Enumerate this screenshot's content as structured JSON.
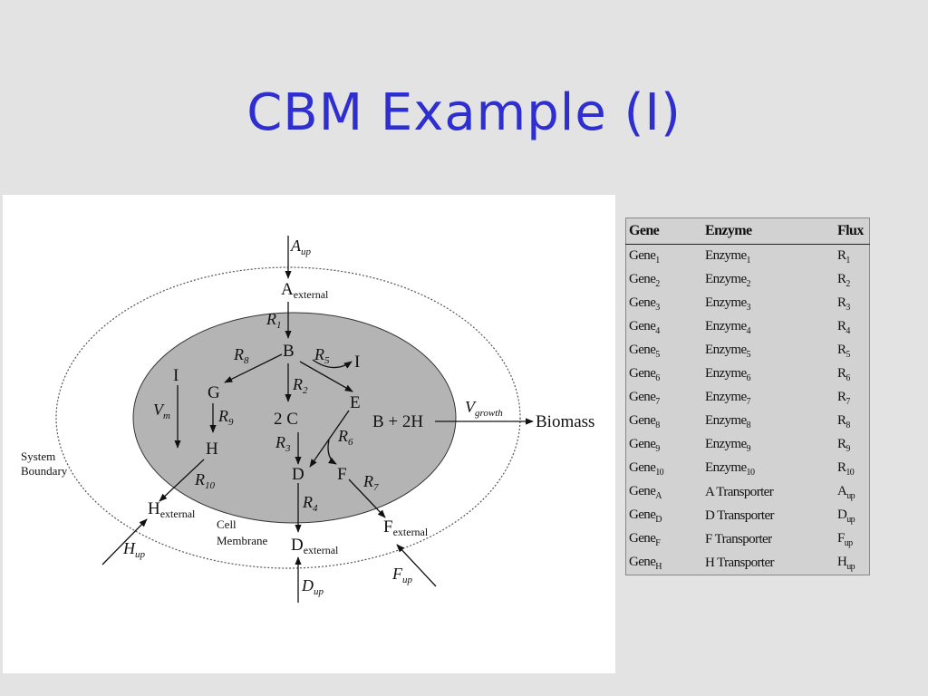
{
  "slide": {
    "title": "CBM Example (I)"
  },
  "diagram": {
    "labels": {
      "a_up_base": "A",
      "a_up_sub": "up",
      "a_ext_base": "A",
      "a_ext_sub": "external",
      "r1_base": "R",
      "r1_sub": "1",
      "b": "B",
      "r8_base": "R",
      "r8_sub": "8",
      "r5_base": "R",
      "r5_sub": "5",
      "i_right": "I",
      "i_left": "I",
      "g": "G",
      "r2_base": "R",
      "r2_sub": "2",
      "e": "E",
      "vm_base": "V",
      "vm_sub": "m",
      "r9_base": "R",
      "r9_sub": "9",
      "two_c": "2 C",
      "b_plus_2h": "B + 2H",
      "vgrowth_base": "V",
      "vgrowth_sub": "growth",
      "biomass": "Biomass",
      "h": "H",
      "r3_base": "R",
      "r3_sub": "3",
      "r6_base": "R",
      "r6_sub": "6",
      "system": "System",
      "boundary": "Boundary",
      "r10_base": "R",
      "r10_sub": "10",
      "d": "D",
      "f": "F",
      "r7_base": "R",
      "r7_sub": "7",
      "h_ext_base": "H",
      "h_ext_sub": "external",
      "r4_base": "R",
      "r4_sub": "4",
      "cell": "Cell",
      "membrane": "Membrane",
      "d_ext_base": "D",
      "d_ext_sub": "external",
      "f_ext_base": "F",
      "f_ext_sub": "external",
      "h_up_base": "H",
      "h_up_sub": "up",
      "f_up_base": "F",
      "f_up_sub": "up",
      "d_up_base": "D",
      "d_up_sub": "up"
    }
  },
  "table": {
    "headers": [
      "Gene",
      "Enzyme",
      "Flux"
    ],
    "rows": [
      {
        "gene": "Gene",
        "gene_sub": "1",
        "enzyme": "Enzyme",
        "enzyme_sub": "1",
        "flux": "R",
        "flux_sub": "1"
      },
      {
        "gene": "Gene",
        "gene_sub": "2",
        "enzyme": "Enzyme",
        "enzyme_sub": "2",
        "flux": "R",
        "flux_sub": "2"
      },
      {
        "gene": "Gene",
        "gene_sub": "3",
        "enzyme": "Enzyme",
        "enzyme_sub": "3",
        "flux": "R",
        "flux_sub": "3"
      },
      {
        "gene": "Gene",
        "gene_sub": "4",
        "enzyme": "Enzyme",
        "enzyme_sub": "4",
        "flux": "R",
        "flux_sub": "4"
      },
      {
        "gene": "Gene",
        "gene_sub": "5",
        "enzyme": "Enzyme",
        "enzyme_sub": "5",
        "flux": "R",
        "flux_sub": "5"
      },
      {
        "gene": "Gene",
        "gene_sub": "6",
        "enzyme": "Enzyme",
        "enzyme_sub": "6",
        "flux": "R",
        "flux_sub": "6"
      },
      {
        "gene": "Gene",
        "gene_sub": "7",
        "enzyme": "Enzyme",
        "enzyme_sub": "7",
        "flux": "R",
        "flux_sub": "7"
      },
      {
        "gene": "Gene",
        "gene_sub": "8",
        "enzyme": "Enzyme",
        "enzyme_sub": "8",
        "flux": "R",
        "flux_sub": "8"
      },
      {
        "gene": "Gene",
        "gene_sub": "9",
        "enzyme": "Enzyme",
        "enzyme_sub": "9",
        "flux": "R",
        "flux_sub": "9"
      },
      {
        "gene": "Gene",
        "gene_sub": "10",
        "enzyme": "Enzyme",
        "enzyme_sub": "10",
        "flux": "R",
        "flux_sub": "10"
      },
      {
        "gene": "Gene",
        "gene_sub": "A",
        "enzyme": "A Transporter",
        "enzyme_sub": "",
        "flux": "A",
        "flux_sub": "up"
      },
      {
        "gene": "Gene",
        "gene_sub": "D",
        "enzyme": "D Transporter",
        "enzyme_sub": "",
        "flux": "D",
        "flux_sub": "up"
      },
      {
        "gene": "Gene",
        "gene_sub": "F",
        "enzyme": "F Transporter",
        "enzyme_sub": "",
        "flux": "F",
        "flux_sub": "up"
      },
      {
        "gene": "Gene",
        "gene_sub": "H",
        "enzyme": "H Transporter",
        "enzyme_sub": "",
        "flux": "H",
        "flux_sub": "up"
      }
    ]
  },
  "colors": {
    "title": "#2f2fd0",
    "cell_fill": "#b4b4b4",
    "background": "#e3e3e3"
  }
}
